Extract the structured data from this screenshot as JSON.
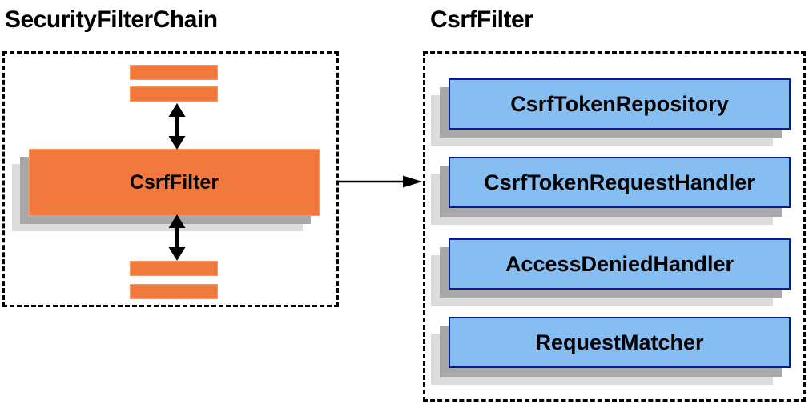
{
  "diagram": {
    "left_panel": {
      "title": "SecurityFilterChain",
      "filter_node_label": "CsrfFilter",
      "placeholder_bar_count": 4
    },
    "right_panel": {
      "title": "CsrfFilter",
      "components": [
        "CsrfTokenRepository",
        "CsrfTokenRequestHandler",
        "AccessDeniedHandler",
        "RequestMatcher"
      ]
    },
    "icons": {
      "vertical_double_arrow": "↕",
      "flow_arrow": "→"
    },
    "colors": {
      "orange_fill": "#f2793d",
      "orange_border": "#f59a63",
      "blue_fill": "#87bef2",
      "blue_border": "#0a1c8e",
      "shadow_dark": "#a8a8a8",
      "shadow_light": "#dcdcdc",
      "arrow": "#000000",
      "text": "#000000"
    }
  }
}
